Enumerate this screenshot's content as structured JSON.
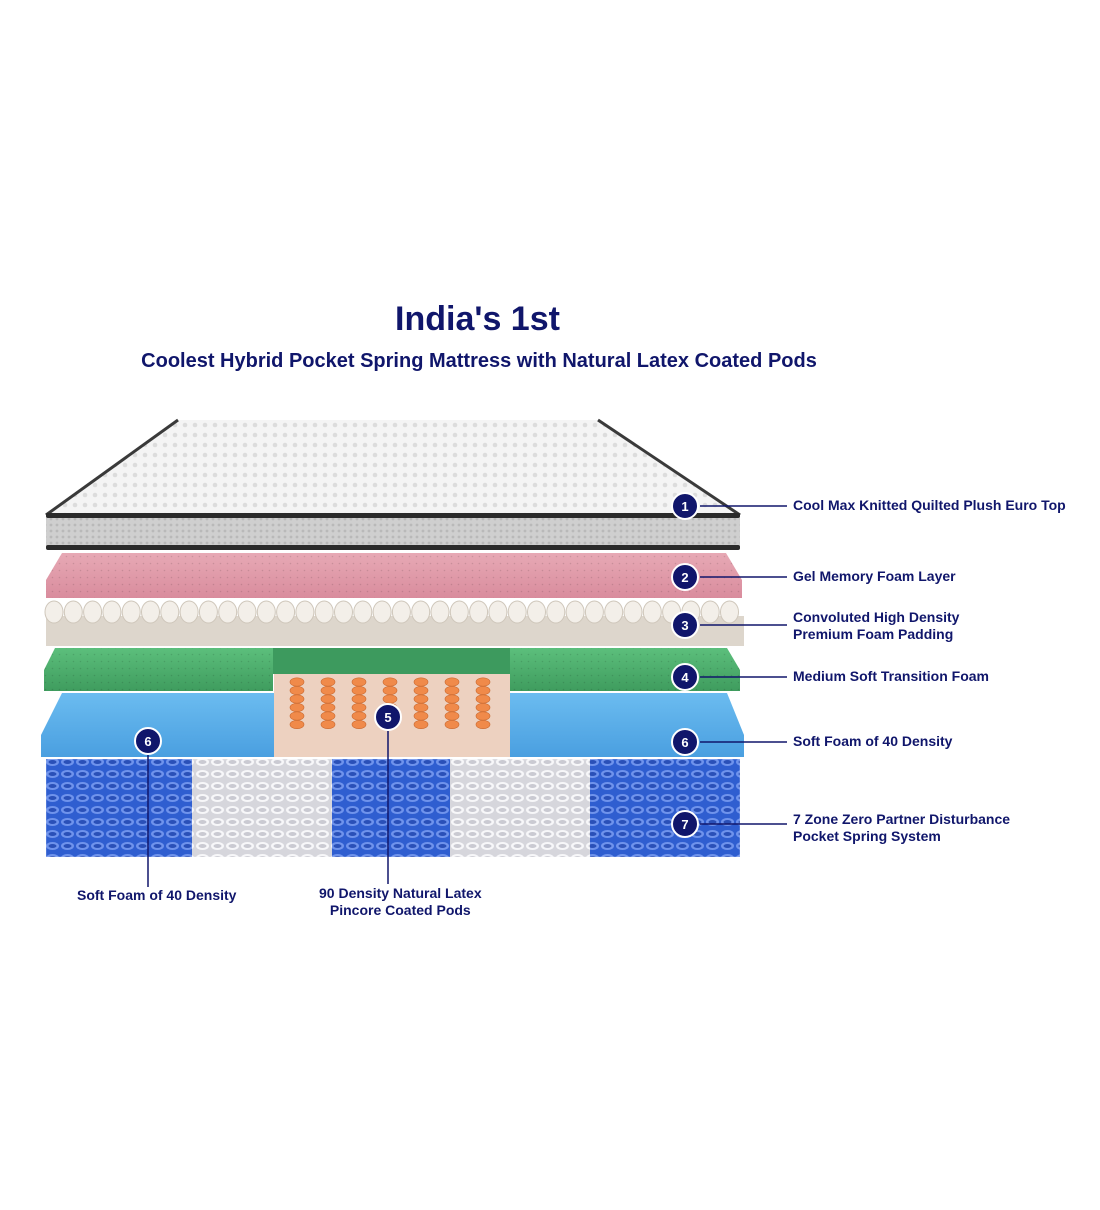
{
  "header": {
    "title": "India's 1st",
    "subtitle": "Coolest Hybrid Pocket Spring Mattress with Natural Latex Coated Pods"
  },
  "badges": [
    "1",
    "2",
    "3",
    "4",
    "5",
    "6",
    "6",
    "7"
  ],
  "labels": {
    "l1": [
      "Cool Max Knitted Quilted Plush Euro Top"
    ],
    "l2": [
      "Gel Memory Foam Layer"
    ],
    "l3": [
      "Convoluted High Density",
      "Premium Foam Padding"
    ],
    "l4": [
      "Medium Soft Transition Foam"
    ],
    "l6r": [
      "Soft Foam of 40 Density"
    ],
    "l7": [
      "7 Zone Zero Partner Disturbance",
      "Pocket Spring System"
    ],
    "l6b": [
      "Soft Foam of 40 Density"
    ],
    "l5": [
      "90 Density Natural Latex",
      "Pincore Coated Pods"
    ]
  },
  "colors": {
    "navy": "#10166b",
    "euro_top": "#f2f2f2",
    "gel_layer": "#e3a2ae",
    "convoluted": "#e9e4dc",
    "transition": "#4fae6e",
    "soft_foam": "#5aaee6",
    "latex_block": "#edd1c0",
    "latex_pod": "#f08a4a",
    "spring_blue": "#3567d6",
    "spring_white": "#ececf0"
  }
}
